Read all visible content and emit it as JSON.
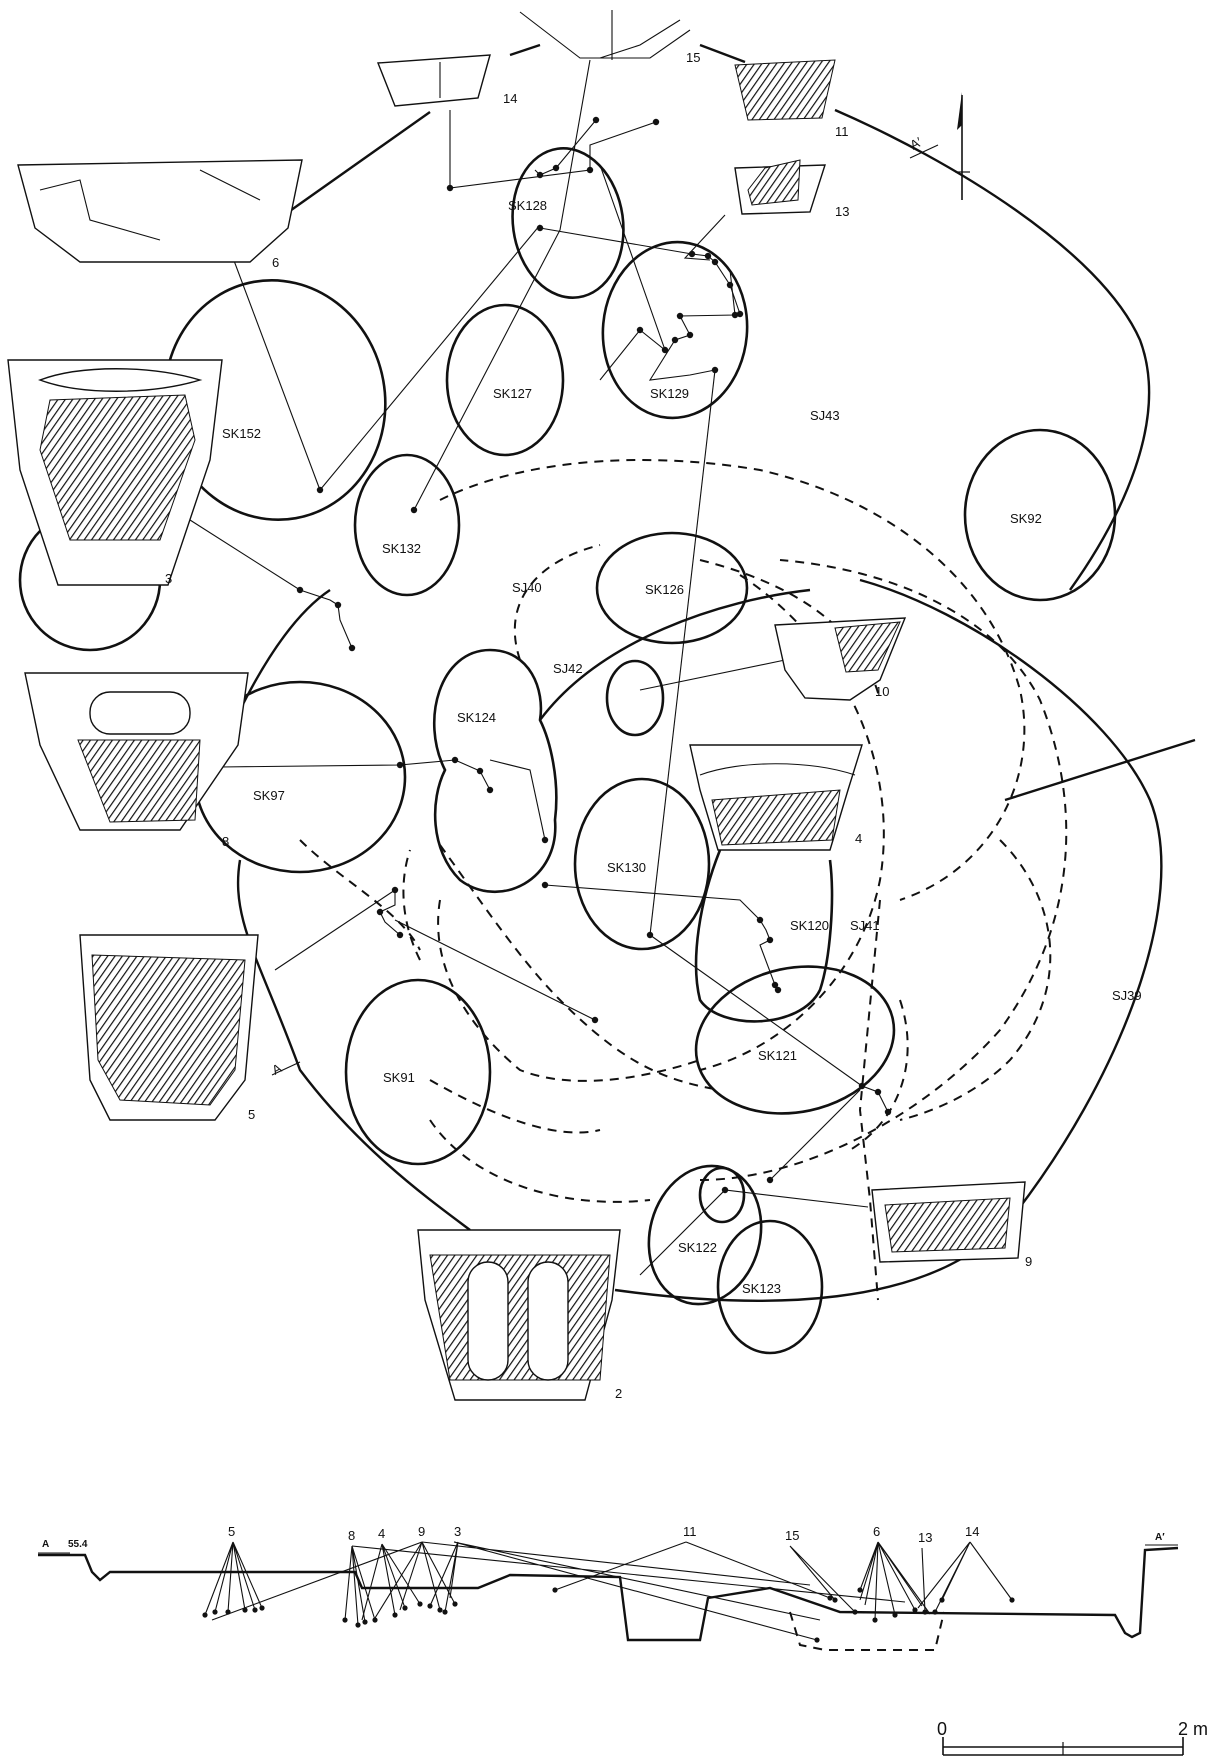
{
  "pits": [
    "SK128",
    "SK129",
    "SK127",
    "SK152",
    "SK132",
    "SK126",
    "SK124",
    "SK97",
    "SK130",
    "SK120",
    "SK91",
    "SK121",
    "SK122",
    "SK123",
    "SK92"
  ],
  "features": [
    "SJ43",
    "SJ40",
    "SJ42",
    "SJ41",
    "SJ39"
  ],
  "pottery_numbers": [
    "2",
    "3",
    "4",
    "5",
    "6",
    "8",
    "9",
    "10",
    "11",
    "13",
    "14",
    "15"
  ],
  "section": {
    "left_label": "A",
    "elevation": "55.4",
    "right_label": "A′",
    "numbers": [
      "5",
      "8",
      "4",
      "9",
      "3",
      "11",
      "15",
      "6",
      "13",
      "14"
    ]
  },
  "section_marker_top": "A′",
  "section_marker_left": "A",
  "scale_bar": {
    "zero": "0",
    "max": "2 m"
  }
}
